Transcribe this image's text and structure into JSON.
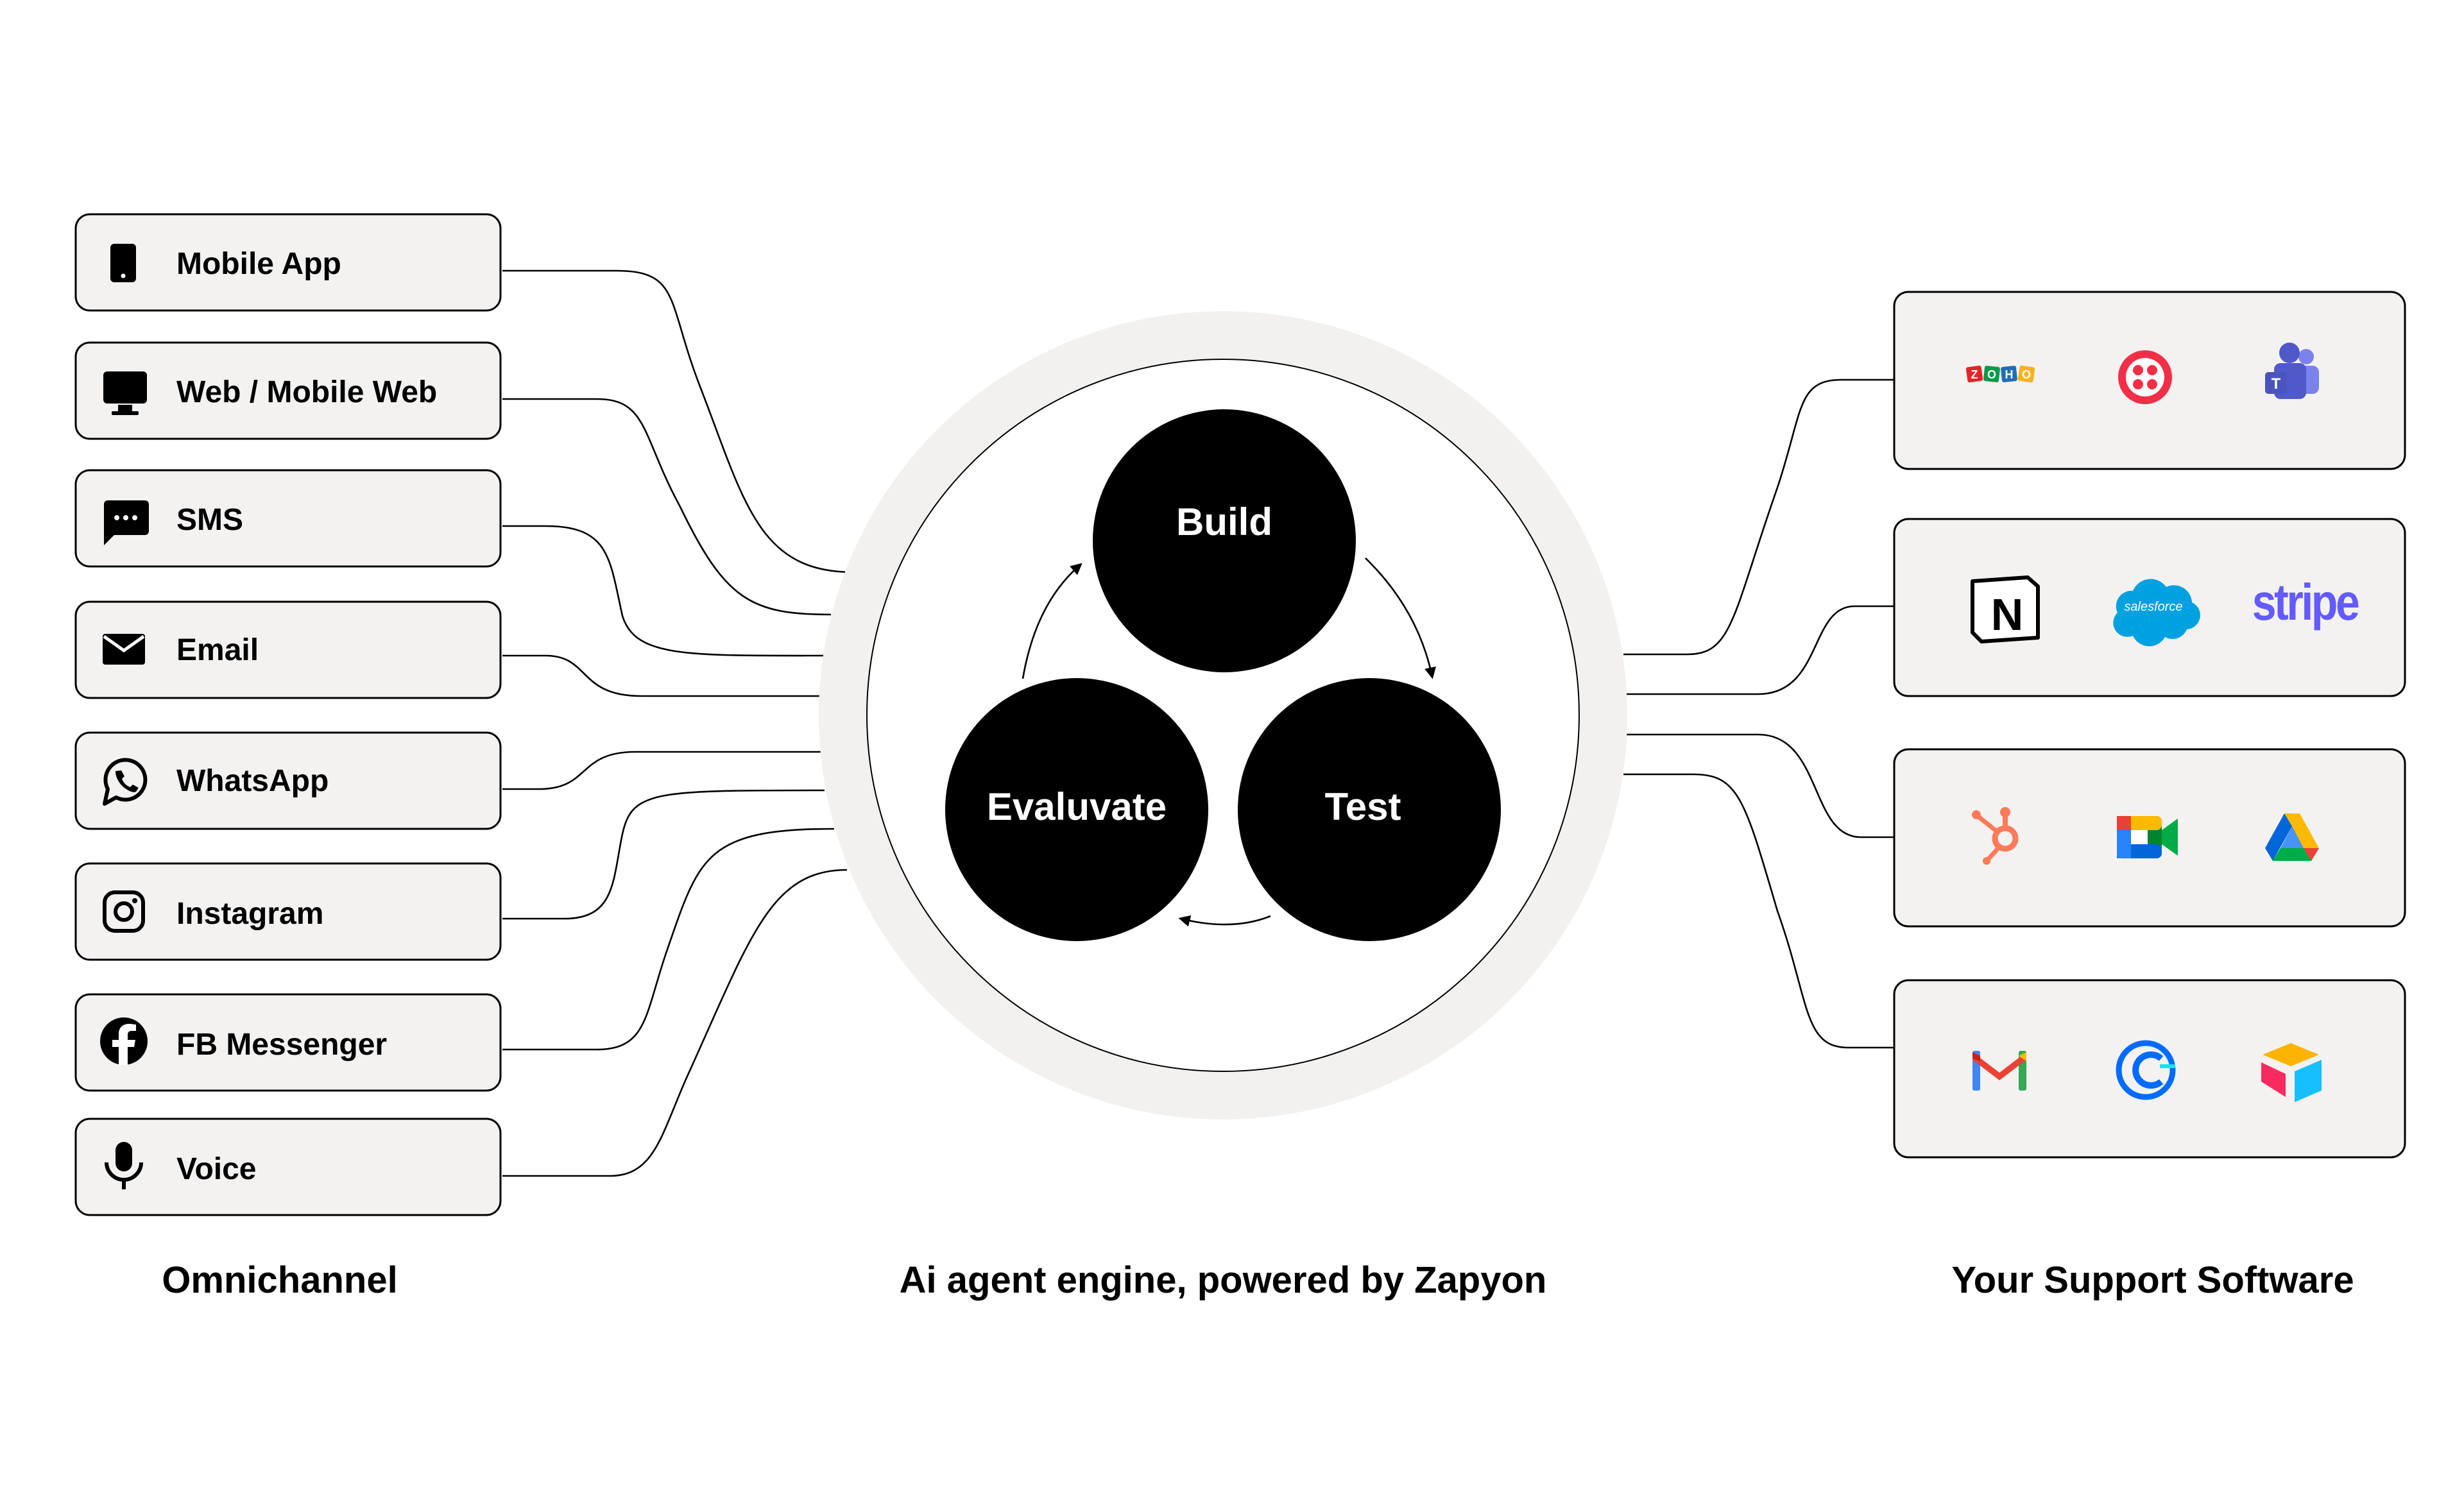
{
  "channels": [
    {
      "label": "Mobile App",
      "icon": "mobile-phone-icon"
    },
    {
      "label": "Web / Mobile Web",
      "icon": "monitor-icon"
    },
    {
      "label": "SMS",
      "icon": "chat-bubble-icon"
    },
    {
      "label": "Email",
      "icon": "envelope-icon"
    },
    {
      "label": "WhatsApp",
      "icon": "whatsapp-icon"
    },
    {
      "label": "Instagram",
      "icon": "instagram-icon"
    },
    {
      "label": "FB Messenger",
      "icon": "facebook-icon"
    },
    {
      "label": "Voice",
      "icon": "microphone-icon"
    }
  ],
  "engine": {
    "nodes": [
      "Build",
      "Test",
      "Evaluvate"
    ],
    "cycle": "Build → Test → Evaluvate → Build"
  },
  "integrations": [
    {
      "logos": [
        "zoho-logo",
        "twilio-logo",
        "microsoft-teams-logo"
      ],
      "logo_text": [
        "ZOHO",
        "",
        ""
      ]
    },
    {
      "logos": [
        "notion-logo",
        "salesforce-logo",
        "stripe-logo"
      ],
      "logo_text": [
        "N",
        "salesforce",
        "stripe"
      ]
    },
    {
      "logos": [
        "hubspot-logo",
        "google-meet-logo",
        "google-drive-logo"
      ],
      "logo_text": [
        "",
        "",
        ""
      ]
    },
    {
      "logos": [
        "gmail-logo",
        "calendly-logo",
        "airtable-logo"
      ],
      "logo_text": [
        "",
        "",
        ""
      ]
    }
  ],
  "captions": {
    "left": "Omnichannel",
    "center": "Ai agent engine, powered by Zapyon",
    "right": "Your Support Software"
  },
  "colors": {
    "panel_fill": "#f4f2f1",
    "engine_ring": "#f3f1f0",
    "node_fill": "#000000",
    "zoho_z": "#e42527",
    "zoho_o1": "#089949",
    "zoho_h": "#226db4",
    "zoho_o2": "#f9b21d",
    "twilio": "#f22f46",
    "teams": "#5059c9",
    "salesforce": "#00a1e0",
    "stripe": "#635bff",
    "hubspot": "#ff7a59",
    "calendly": "#006bff"
  }
}
